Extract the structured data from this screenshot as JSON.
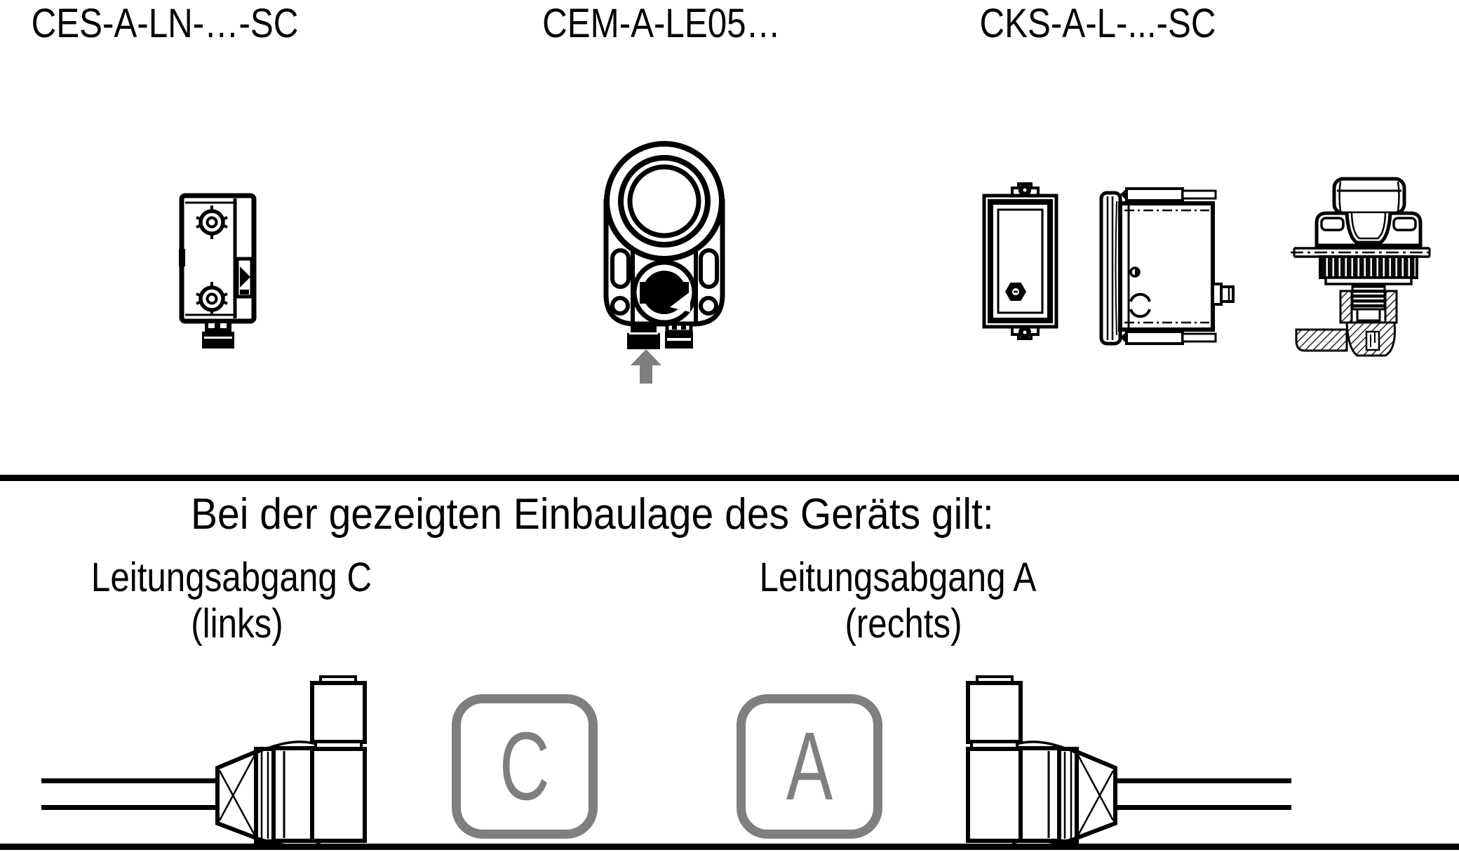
{
  "colors": {
    "ink": "#000000",
    "gray": "#7f7f7f",
    "background": "#ffffff"
  },
  "products": {
    "ces": {
      "label": "CES-A-LN-…-SC",
      "drawing": "ces-safety-switch-front-view"
    },
    "cem": {
      "label": "CEM-A-LE05…",
      "drawing": "cem-round-interlock-front-view",
      "annotation": "gray-up-arrow-at-cable-gland"
    },
    "cks": {
      "label": "CKS-A-L-...-SC",
      "drawings": [
        "cks-mounting-frame-front-view",
        "cks-housing-side-view",
        "cks-key-adapter-panel-section"
      ]
    }
  },
  "note": {
    "heading": "Bei der gezeigten Einbaulage des Geräts gilt:"
  },
  "outlets": {
    "left": {
      "title": "Leitungsabgang C",
      "orientation": "(links)",
      "badge_letter": "C",
      "drawing": "right-angle-connector-cable-left"
    },
    "right": {
      "title": "Leitungsabgang A",
      "orientation": "(rechts)",
      "badge_letter": "A",
      "drawing": "right-angle-connector-cable-right"
    }
  }
}
